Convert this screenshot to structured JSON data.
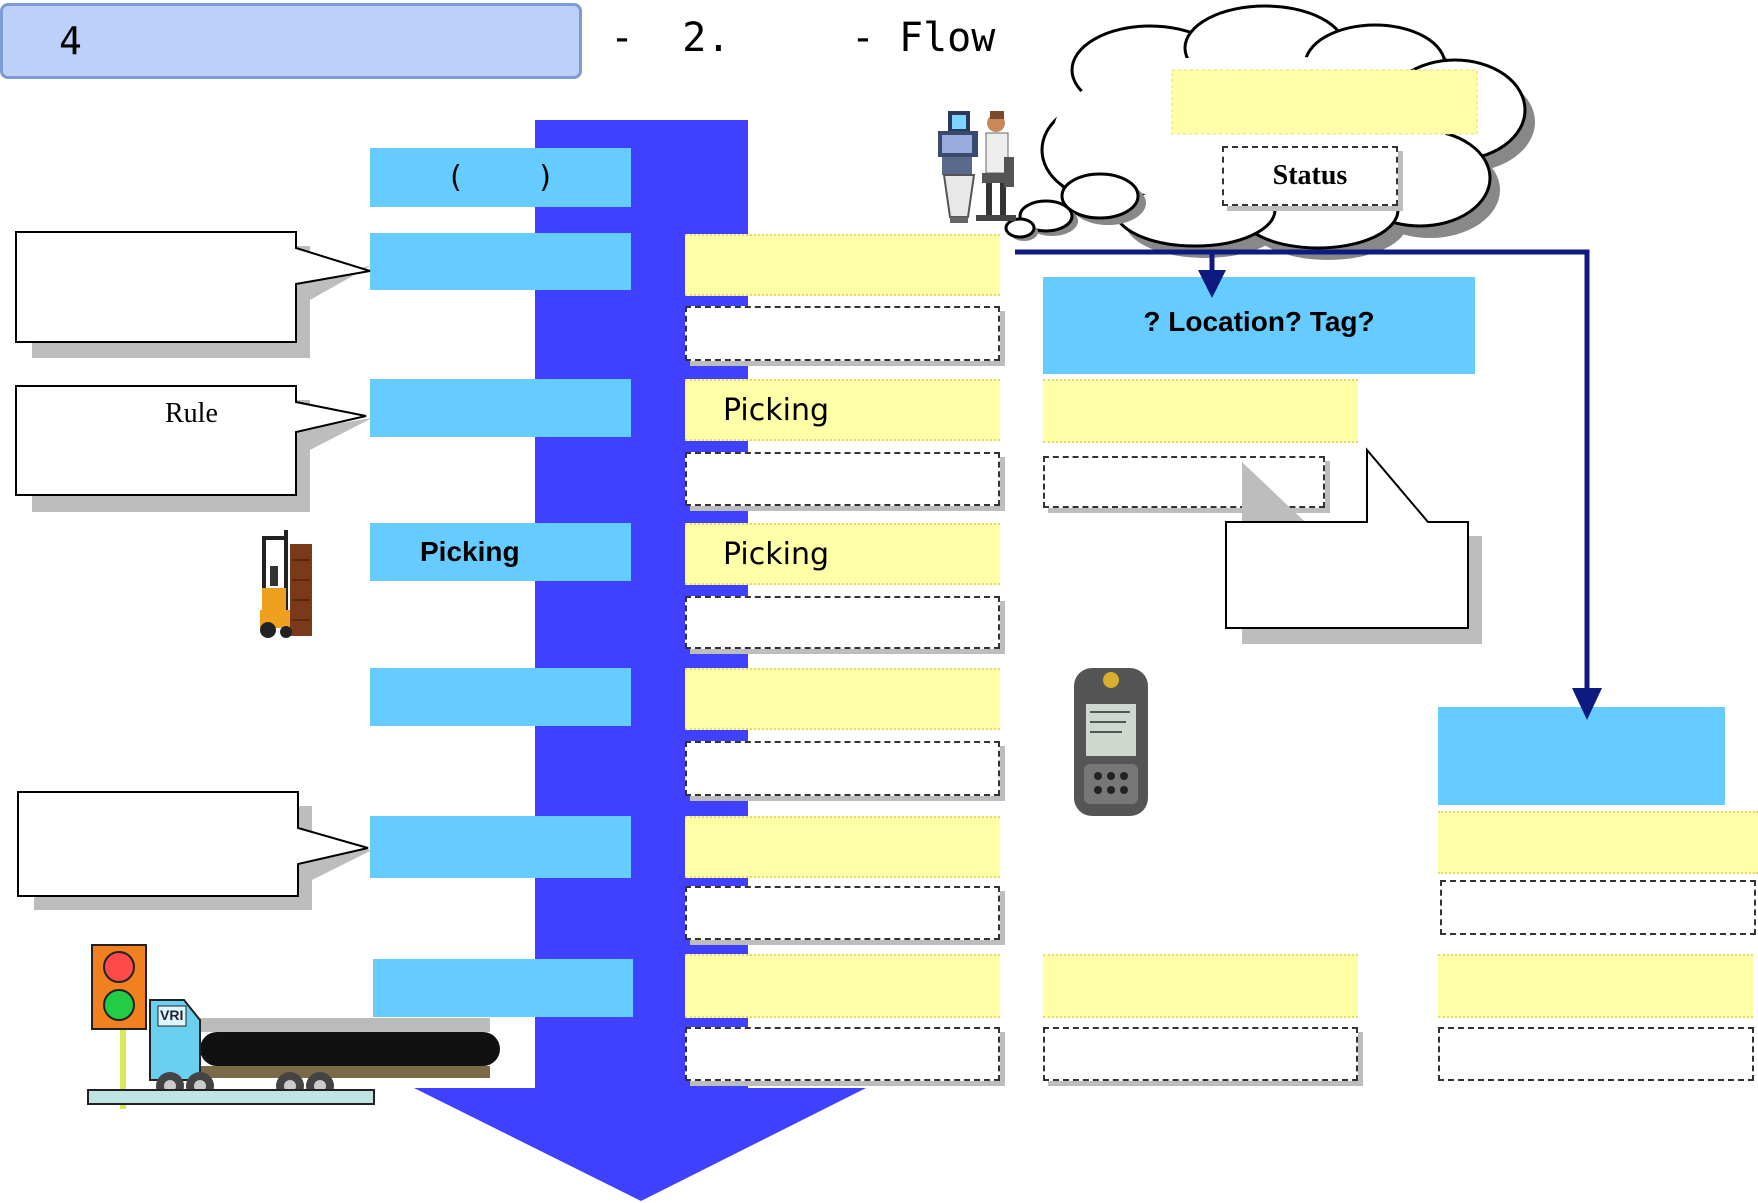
{
  "header": {
    "slide_number": "4",
    "subtitle": "-  2.     - Flow"
  },
  "flow_steps": [
    {
      "label": "(    )"
    },
    {
      "label": ""
    },
    {
      "label": ""
    },
    {
      "label": "Picking"
    },
    {
      "label": ""
    },
    {
      "label": ""
    },
    {
      "label": ""
    }
  ],
  "middle_column": [
    {
      "label": ""
    },
    {
      "label": "Picking"
    },
    {
      "label": "Picking"
    },
    {
      "label": ""
    },
    {
      "label": ""
    },
    {
      "label": ""
    }
  ],
  "callouts": [
    {
      "label": ""
    },
    {
      "label": "Rule"
    },
    {
      "label": ""
    }
  ],
  "cloud": {
    "status_label": "Status"
  },
  "location_box": {
    "label": "? Location? Tag?"
  },
  "colors": {
    "arrow_blue": "#4040ff",
    "step_cyan": "#66ccff",
    "box_yellow": "#ffffa8",
    "title_fill": "#bdd0fa",
    "connector_navy": "#0d1a80"
  },
  "icons": [
    "operator-workstation-icon",
    "forklift-icon",
    "handheld-terminal-icon",
    "traffic-light-icon",
    "truck-icon"
  ]
}
